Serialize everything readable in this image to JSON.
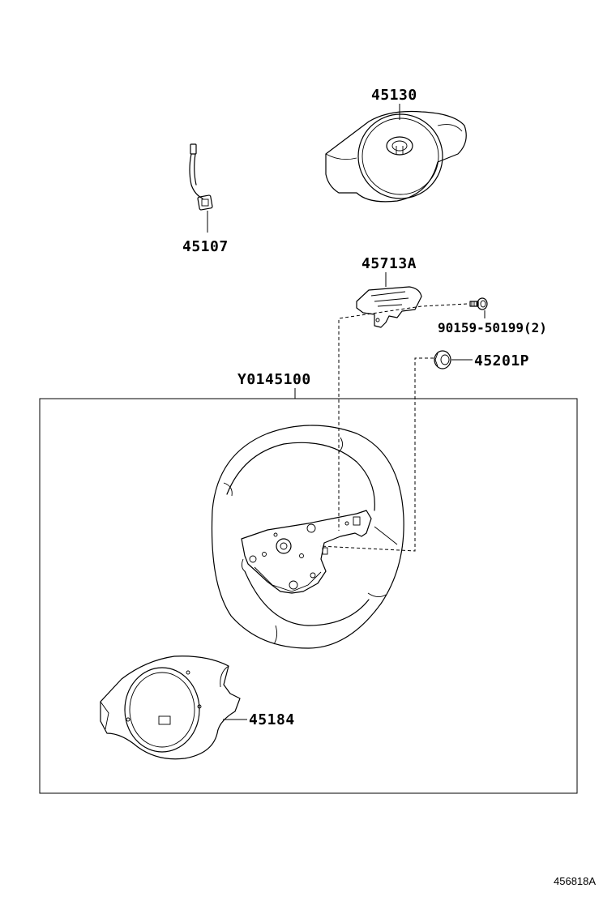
{
  "parts": {
    "airbag_pad": "45130",
    "spiral_cable_lead": "45107",
    "lower_cover": "45713A",
    "screw": "90159-50199(2)",
    "nut": "45201P",
    "steering_wheel_assy": "Y0145100",
    "rear_cover": "45184"
  },
  "figure_ref": "456818A"
}
